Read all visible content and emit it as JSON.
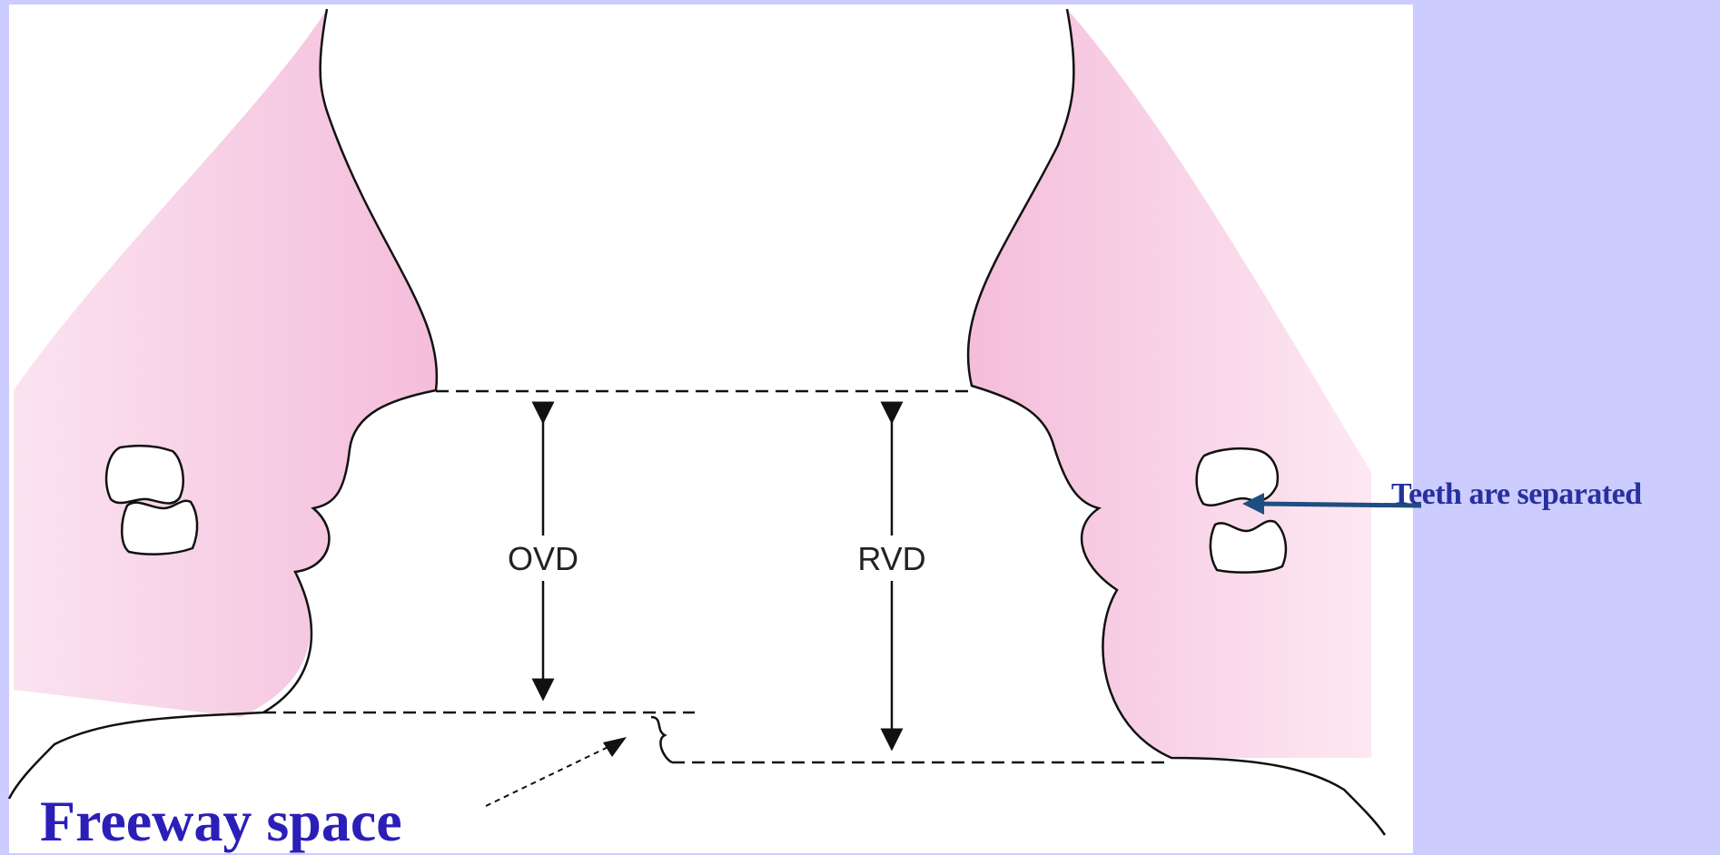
{
  "labels": {
    "ovd": "OVD",
    "rvd": "RVD",
    "freeway_space": "Freeway space",
    "teeth_note": "Teeth are separated"
  },
  "colors": {
    "background": "#ccccfe",
    "skin": "#f7c6e2",
    "accent_text": "#2b1fb8",
    "arrow": "#1e4e80"
  }
}
